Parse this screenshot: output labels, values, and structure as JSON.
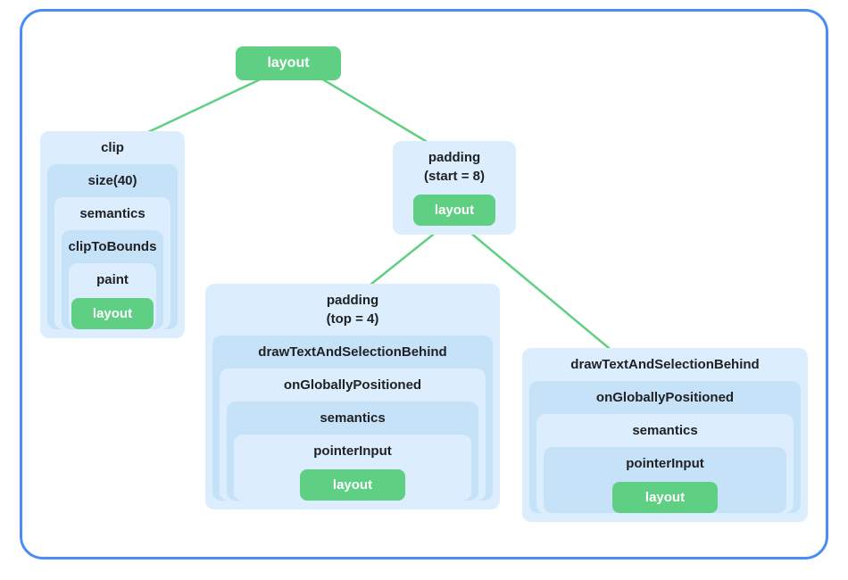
{
  "root_node": {
    "label": "layout"
  },
  "clip_box": {
    "title": "clip",
    "level1": "size(40)",
    "level2": "semantics",
    "level3": "clipToBounds",
    "level4": "paint",
    "leaf": "layout"
  },
  "padding_start_box": {
    "title_line1": "padding",
    "title_line2": "(start = 8)",
    "leaf": "layout"
  },
  "padding_top_box": {
    "title_line1": "padding",
    "title_line2": "(top = 4)",
    "level1": "drawTextAndSelectionBehind",
    "level2": "onGloballyPositioned",
    "level3": "semantics",
    "level4": "pointerInput",
    "leaf": "layout"
  },
  "draw_text_box": {
    "title": "drawTextAndSelectionBehind",
    "level1": "onGloballyPositioned",
    "level2": "semantics",
    "level3": "pointerInput",
    "leaf": "layout"
  },
  "colors": {
    "border_blue": "#4a8cf7",
    "node_green": "#5fd083",
    "panel_light_blue": "#dceefd",
    "panel_mid_blue": "#c6e2f9"
  }
}
